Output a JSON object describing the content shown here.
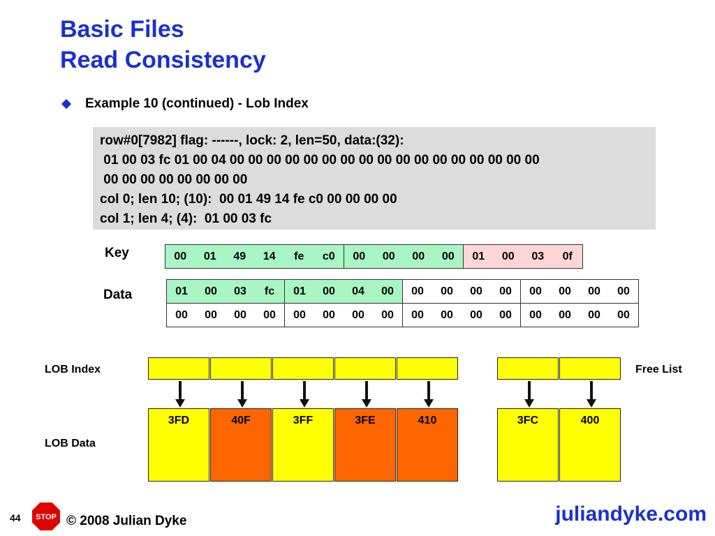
{
  "title": {
    "line1": "Basic Files",
    "line2": "Read Consistency"
  },
  "bullet": "Example 10 (continued) - Lob Index",
  "dump": [
    "row#0[7982] flag: ------, lock: 2, len=50, data:(32):",
    " 01 00 03 fc 01 00 04 00 00 00 00 00 00 00 00 00 00 00 00 00 00 00 00 00",
    " 00 00 00 00 00 00 00 00",
    "col 0; len 10; (10):  00 01 49 14 fe c0 00 00 00 00",
    "col 1; len 4; (4):  01 00 03 fc"
  ],
  "key": {
    "label": "Key",
    "green": [
      "00",
      "01",
      "49",
      "14",
      "fe",
      "c0",
      "00",
      "00",
      "00",
      "00"
    ],
    "pink": [
      "01",
      "00",
      "03",
      "0f"
    ]
  },
  "data_grid": {
    "label": "Data",
    "row1": [
      "01",
      "00",
      "03",
      "fc",
      "01",
      "00",
      "04",
      "00",
      "00",
      "00",
      "00",
      "00",
      "00",
      "00",
      "00",
      "00"
    ],
    "row2": [
      "00",
      "00",
      "00",
      "00",
      "00",
      "00",
      "00",
      "00",
      "00",
      "00",
      "00",
      "00",
      "00",
      "00",
      "00",
      "00"
    ]
  },
  "lob_index_label": "LOB Index",
  "free_list_label": "Free List",
  "lob_data_label": "LOB Data",
  "lob_blocks": [
    {
      "label": "3FD",
      "color": "#ffff00"
    },
    {
      "label": "40F",
      "color": "#ff6600"
    },
    {
      "label": "3FF",
      "color": "#ffff00"
    },
    {
      "label": "3FE",
      "color": "#ff6600"
    },
    {
      "label": "410",
      "color": "#ff6600"
    }
  ],
  "free_blocks": [
    {
      "label": "3FC",
      "color": "#ffff00"
    },
    {
      "label": "400",
      "color": "#ffff00"
    }
  ],
  "footer": {
    "page_number": "44",
    "stop_label": "STOP",
    "copyright": "© 2008 Julian Dyke",
    "site": "juliandyke.com"
  },
  "colors": {
    "title_blue": "#1b2fd1",
    "key_green": "#a9f5c3",
    "key_pink": "#ffd6d6",
    "stop_red": "#e00000"
  }
}
